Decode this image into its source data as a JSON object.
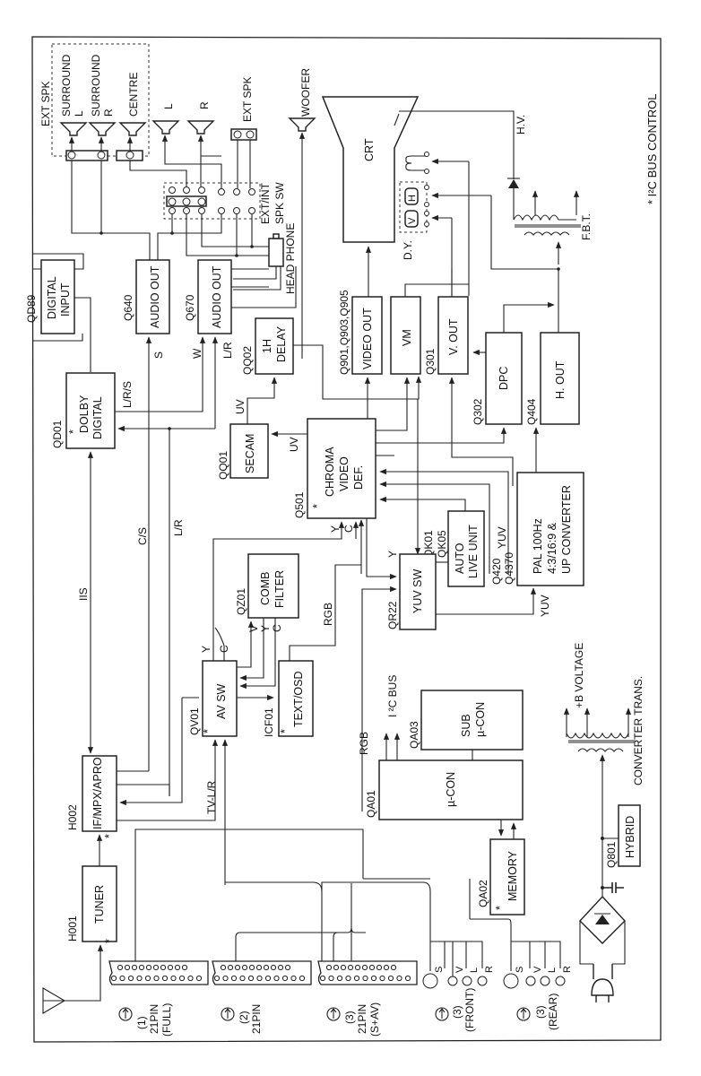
{
  "title_note": "* I²C BUS CONTROL",
  "blocks": {
    "tuner": {
      "ref": "H001",
      "label": "TUNER",
      "star": "*"
    },
    "if_mpx": {
      "ref": "H002",
      "label": "IF/MPX/APRO",
      "star": "*"
    },
    "dolby": {
      "ref": "QD01",
      "label1": "DOLBY",
      "label2": "DIGITAL",
      "star": "*"
    },
    "digital_input": {
      "ref": "QD89",
      "label1": "DIGITAL",
      "label2": "INPUT"
    },
    "audio_out_1": {
      "ref": "Q640",
      "label": "AUDIO OUT"
    },
    "audio_out_2": {
      "ref": "Q670",
      "label": "AUDIO OUT"
    },
    "delay": {
      "ref": "QQ02",
      "label1": "1H",
      "label2": "DELAY"
    },
    "secam": {
      "ref": "QQ01",
      "label": "SECAM"
    },
    "chroma": {
      "ref": "Q501",
      "label1": "CHROMA",
      "label2": "VIDEO",
      "label3": "DEF.",
      "star": "*"
    },
    "video_out": {
      "ref": "Q901,Q903,Q905",
      "label": "VIDEO OUT"
    },
    "vm": {
      "label": "VM"
    },
    "v_out": {
      "ref": "Q301",
      "label": "V. OUT"
    },
    "dpc": {
      "ref": "Q302",
      "label": "DPC"
    },
    "h_out": {
      "ref": "Q404",
      "label": "H. OUT"
    },
    "pal": {
      "ref1": "Q420",
      "ref2": "Q4370",
      "label1": "PAL 100Hz",
      "label2": "4:3/16:9 &",
      "label3": "UP CONVERTER"
    },
    "auto_live": {
      "ref1": "QK01",
      "ref2": "QK05",
      "label1": "AUTO",
      "label2": "LIVE UNIT"
    },
    "yuv_sw": {
      "ref": "QR22",
      "label": "YUV SW"
    },
    "comb": {
      "ref": "QZ01",
      "label1": "COMB",
      "label2": "FILTER"
    },
    "av_sw": {
      "ref": "QV01",
      "label": "AV SW",
      "star": "*"
    },
    "text_osd": {
      "ref": "ICF01",
      "label": "TEXT/OSD",
      "star": "*"
    },
    "ucon": {
      "ref": "QA01",
      "label": "µ-CON"
    },
    "sub_ucon": {
      "ref": "QA03",
      "label1": "SUB",
      "label2": "µ-CON"
    },
    "memory": {
      "ref": "QA02",
      "label": "MEMORY",
      "star": "*"
    },
    "hybrid": {
      "ref": "Q801",
      "label": "HYBRID"
    },
    "crt": {
      "label": "CRT"
    }
  },
  "signals": {
    "iis": "IIS",
    "cs": "C/S",
    "lr": "L/R",
    "lrs": "L/R/S",
    "s": "S",
    "w": "W",
    "lr2": "L/R",
    "uv1": "UV",
    "uv2": "UV",
    "y1": "Y",
    "c1": "C",
    "y2": "Y",
    "c2": "C",
    "v3": "V",
    "y3": "Y",
    "c3": "C",
    "rgb1": "RGB",
    "rgb2": "RGB",
    "y4": "Y",
    "yuv1": "YUV",
    "yuv2": "YUV",
    "tv_lr": "TV-L/R",
    "i2c_bus": "I ²C BUS",
    "hv": "H.V.",
    "fbt": "F.B.T.",
    "dy": "D.Y.",
    "b_voltage": "+B VOLTAGE",
    "conv_trans": "CONVERTER TRANS.",
    "dy_h": "H",
    "dy_v": "V"
  },
  "speakers": {
    "ext_spk": "EXT SPK",
    "surround_l": [
      "SURROUND",
      "L"
    ],
    "surround_r": [
      "SURROUND",
      "R"
    ],
    "centre": "CENTRE",
    "l": "L",
    "r": "R",
    "ext_spk2": "EXT SPK",
    "woofer": "WOOFER",
    "spk_sw": [
      "EXT/INT",
      "SPK SW"
    ],
    "headphone": "HEAD PHONE"
  },
  "inputs": {
    "scart1": [
      "(1)",
      "21PIN",
      "(FULL)"
    ],
    "scart2": [
      "(2)",
      "21PIN"
    ],
    "scart3": [
      "(3)",
      "21PIN",
      "(S+AV)"
    ],
    "front": [
      "(3)",
      "(FRONT)"
    ],
    "rear": [
      "(3)",
      "(REAR)"
    ],
    "jack_labels": [
      "S",
      "V",
      "L",
      "R"
    ]
  }
}
